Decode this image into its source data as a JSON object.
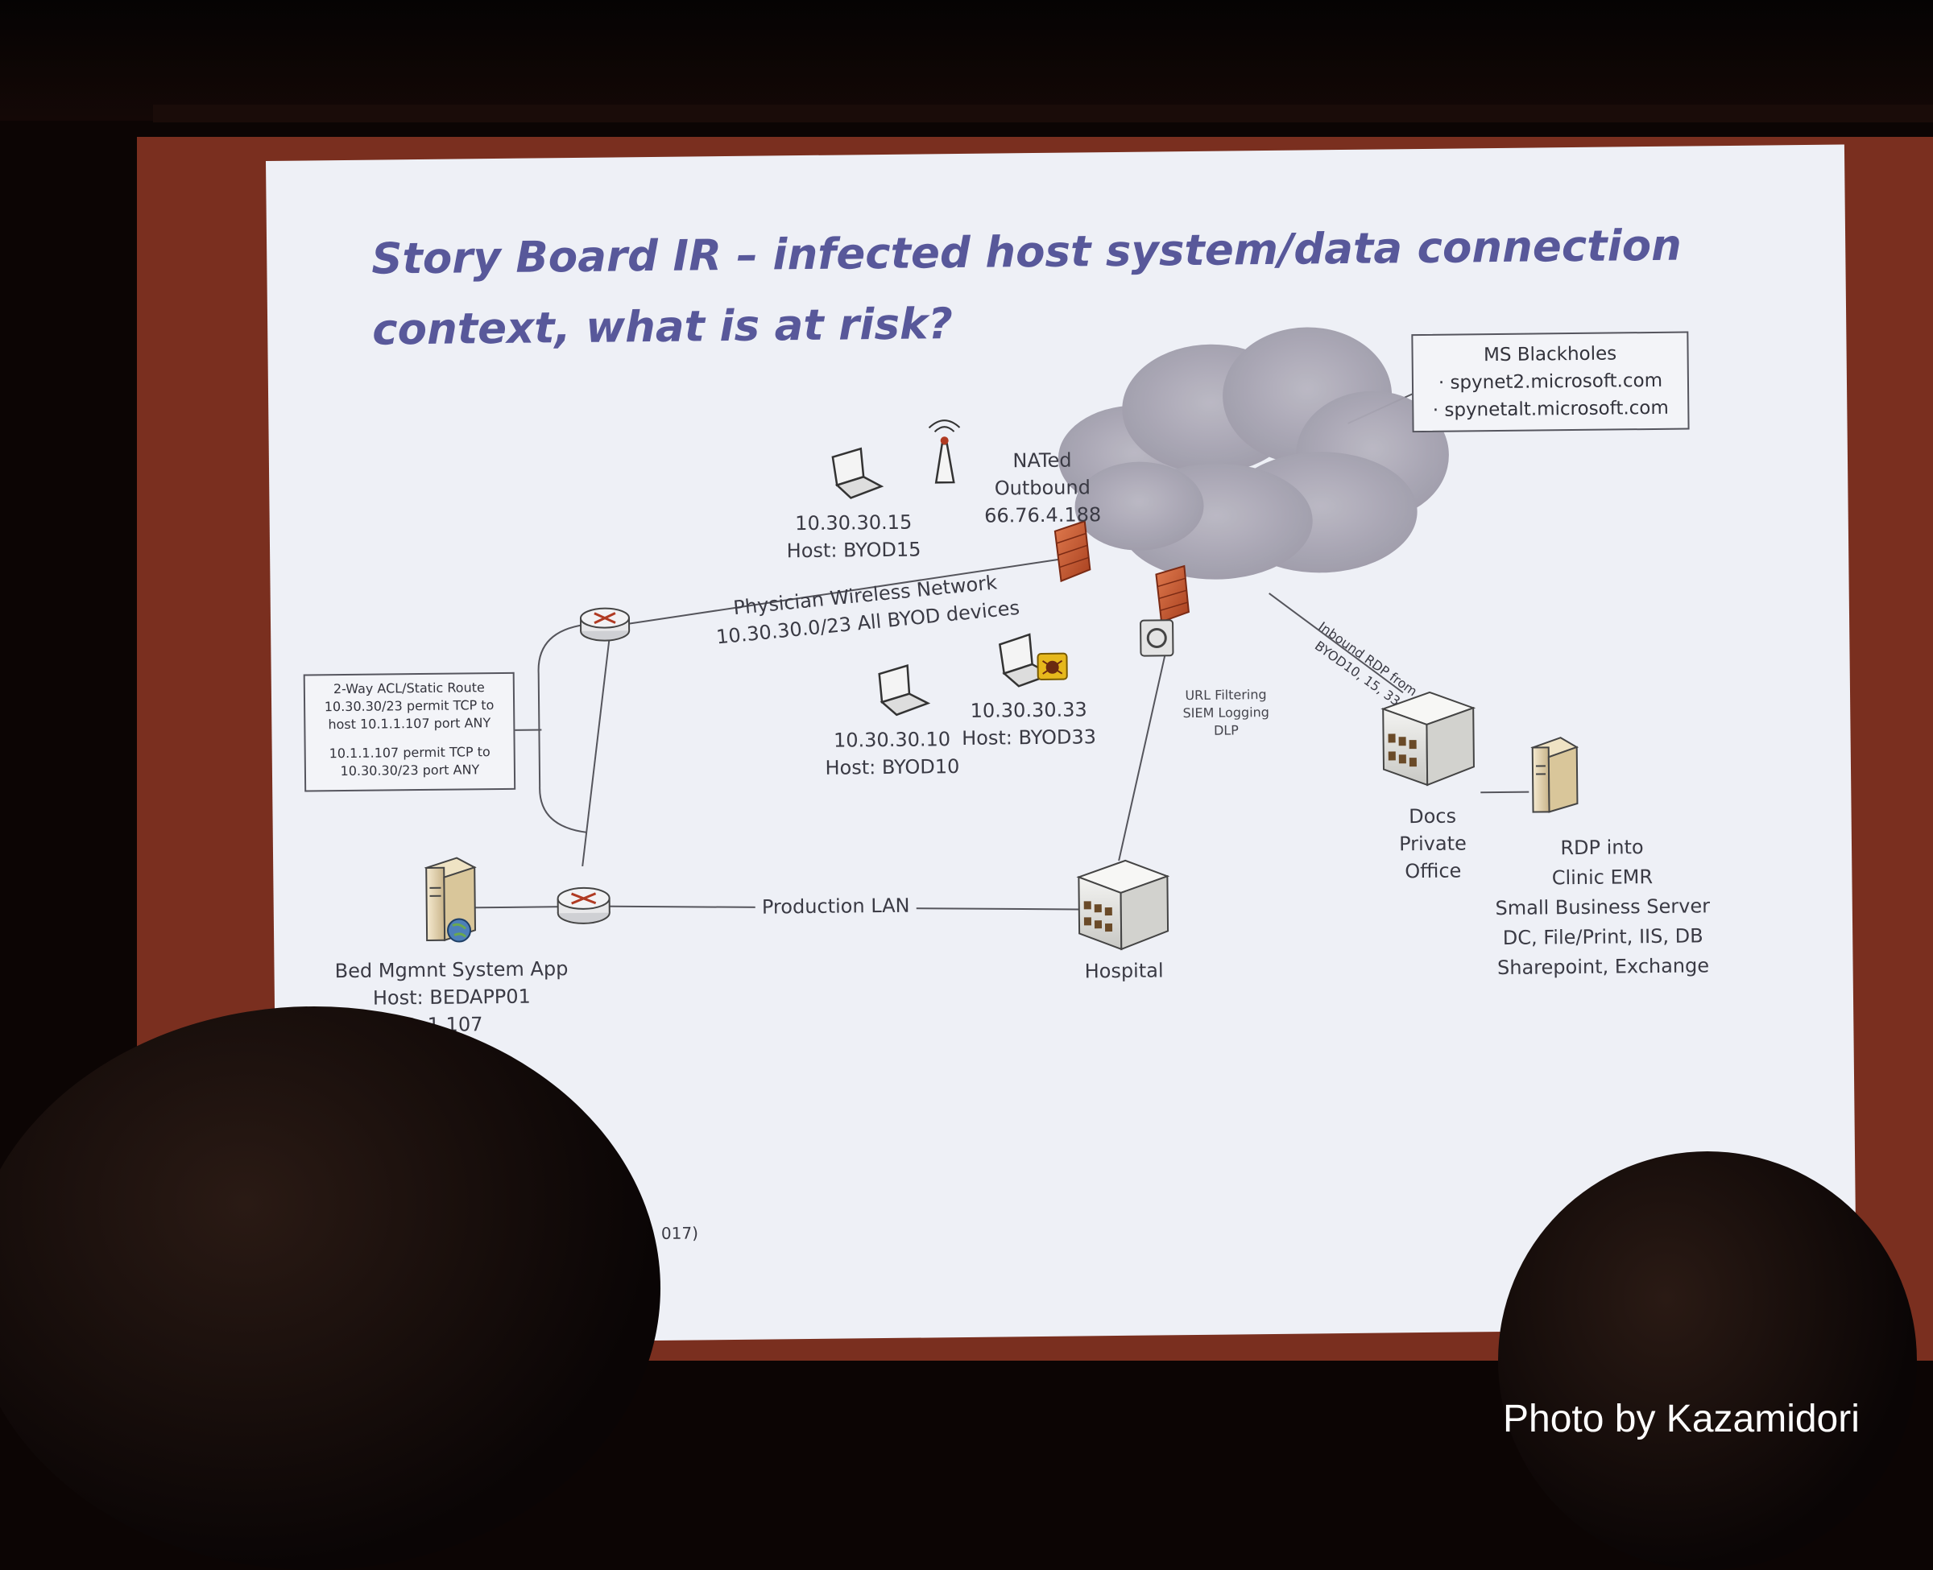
{
  "slide": {
    "title_line1": "Story Board IR – infected host system/data connection",
    "title_line2": "context, what is at risk?"
  },
  "ms_blackholes": {
    "title": "MS Blackholes",
    "entries": [
      "· spynet2.microsoft.com",
      "· spynetalt.microsoft.com"
    ]
  },
  "nat": {
    "line1": "NATed",
    "line2": "Outbound",
    "line3": "66.76.4.188"
  },
  "hosts": {
    "byod15": {
      "ip": "10.30.30.15",
      "name": "Host: BYOD15"
    },
    "byod10": {
      "ip": "10.30.30.10",
      "name": "Host: BYOD10"
    },
    "byod33": {
      "ip": "10.30.30.33",
      "name": "Host: BYOD33"
    }
  },
  "wireless": {
    "line1": "Physician Wireless Network",
    "line2": "10.30.30.0/23 All BYOD devices"
  },
  "acl": {
    "lines": [
      "2-Way ACL/Static Route",
      "10.30.30/23 permit TCP to",
      "host 10.1.1.107 port ANY",
      "10.1.1.107 permit TCP to",
      "10.30.30/23 port ANY"
    ]
  },
  "url_filter": {
    "line1": "URL Filtering",
    "line2": "SIEM Logging",
    "line3": "DLP"
  },
  "inbound_rdp": {
    "line1": "Inbound RDP from",
    "line2": "BYOD10, 15, 33"
  },
  "docs_office": {
    "line1": "Docs",
    "line2": "Private",
    "line3": "Office"
  },
  "rdp_server": {
    "line1": "RDP into",
    "line2": "Clinic EMR",
    "line3": "Small Business Server",
    "line4": "DC, File/Print, IIS, DB",
    "line5": "Sharepoint, Exchange"
  },
  "production_lan": "Production LAN",
  "hospital": "Hospital",
  "bed_app": {
    "line1": "Bed Mgmnt System App",
    "line2": "Host: BEDAPP01",
    "line3": ".1.107"
  },
  "footer_fragment": "017)",
  "photo_credit": "Photo by Kazamidori",
  "colors": {
    "title": "#58589a",
    "slide_bg": "#eef0f6",
    "firewall": "#c4542e",
    "screen_border": "#7a2f1f"
  }
}
